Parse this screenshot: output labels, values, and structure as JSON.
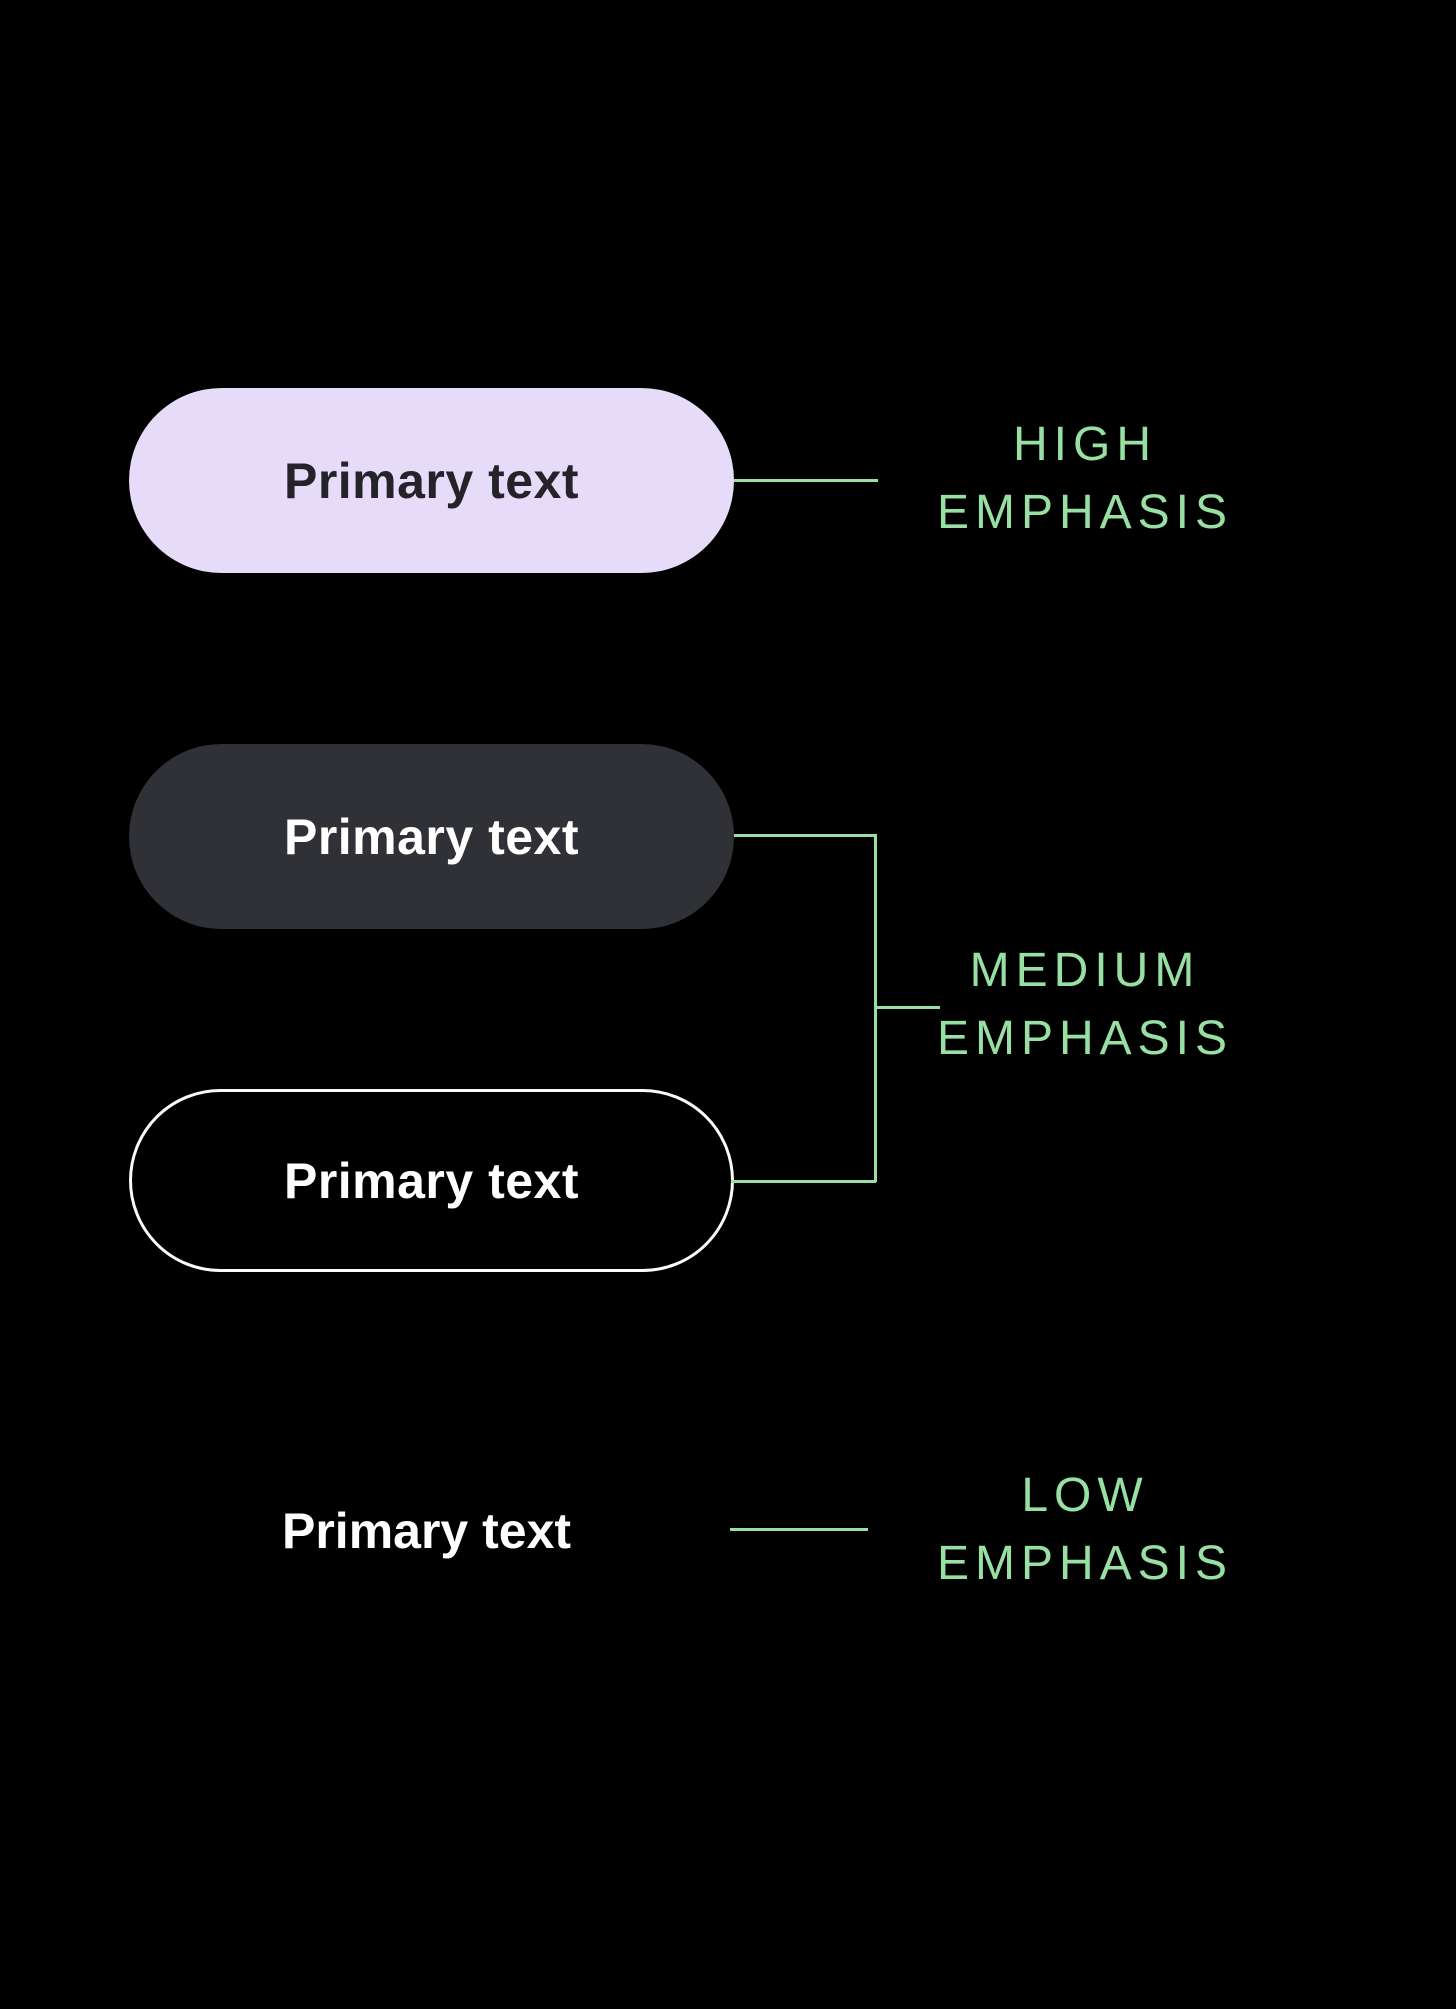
{
  "colors": {
    "background": "#000000",
    "accent_green": "#98DFA4",
    "lavender_fill": "#E6DBF9",
    "dark_fill": "#303136",
    "outline_stroke": "#FAFAF8",
    "text_on_light": "#232329",
    "text_on_dark": "#FFFFFF"
  },
  "buttons": {
    "high": {
      "label": "Primary text"
    },
    "medium_filled": {
      "label": "Primary text"
    },
    "medium_outlined": {
      "label": "Primary text"
    },
    "low": {
      "label": "Primary text"
    }
  },
  "annotations": {
    "high": {
      "line1": "HIGH",
      "line2": "EMPHASIS"
    },
    "medium": {
      "line1": "MEDIUM",
      "line2": "EMPHASIS"
    },
    "low": {
      "line1": "LOW",
      "line2": "EMPHASIS"
    }
  }
}
